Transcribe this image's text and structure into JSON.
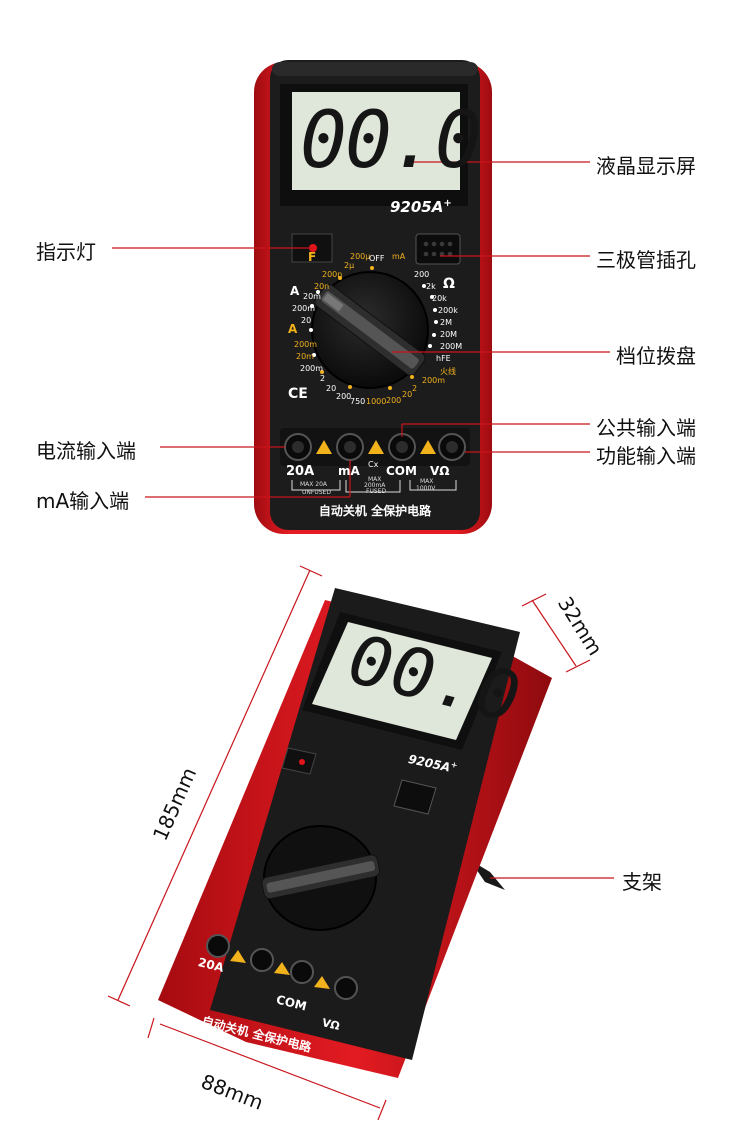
{
  "meter": {
    "display": "00.0",
    "model": "9205A",
    "model_suffix": "+",
    "jack_20a": "20A",
    "jack_ma": "mA",
    "jack_cx": "Cx",
    "jack_com": "COM",
    "jack_v": "VΩ",
    "fuse_20a_1": "MAX 20A",
    "fuse_20a_2": "UNFUSED",
    "fuse_ma_1": "MAX",
    "fuse_ma_2": "200mA",
    "fuse_ma_3": "FUSED",
    "fuse_v_1": "MAX",
    "fuse_v_2": "1000V",
    "footer": "自动关机 全保护电路",
    "ce": "CE",
    "dial_labels": {
      "f": "F",
      "2u": "2μ",
      "200u": "200μ",
      "off": "OFF",
      "ma_top": "mA",
      "n200": "200n",
      "n20": "20n",
      "a_dc_20m": "20m",
      "a_dc_200m": "200m",
      "a_ac_20": "20",
      "a_ac_200m": "200m",
      "a_ac_20m": "20m",
      "v_ac_200m": "200m",
      "v_ac_2": "2",
      "v_ac_20": "20",
      "v_ac_200": "200",
      "v_ac_750": "750",
      "v_dc_1000": "1000",
      "v_dc_200": "200",
      "v_dc_20": "20",
      "v_dc_2": "2",
      "v_dc_200m": "200m",
      "fire": "火线",
      "hfe": "hFE",
      "r200": "200",
      "r2k": "2k",
      "r20k": "20k",
      "r200k": "200k",
      "r2m": "2M",
      "r20m": "20M",
      "r200m": "200M",
      "ohm": "Ω"
    }
  },
  "callouts": {
    "lcd": "液晶显示屏",
    "indicator": "指示灯",
    "transistor": "三极管插孔",
    "dial": "档位拨盘",
    "com": "公共输入端",
    "current": "电流输入端",
    "function": "功能输入端",
    "ma": "mA输入端",
    "stand": "支架"
  },
  "dimensions": {
    "height": "185mm",
    "depth": "32mm",
    "width": "88mm"
  },
  "colors": {
    "case_red": "#d8141c",
    "panel_black": "#1a1a1a",
    "lcd": "#dfe6da",
    "label_yellow": "#f2b21c"
  }
}
